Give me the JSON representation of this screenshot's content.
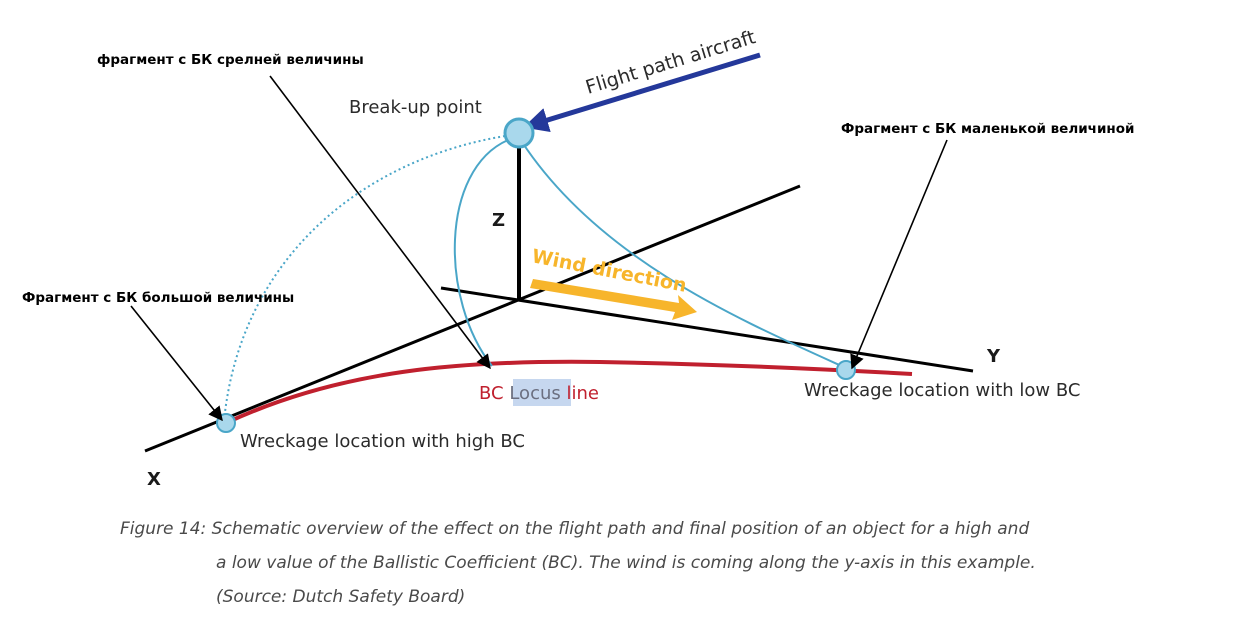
{
  "annotations": {
    "medium_bc_fragment": "фрагмент с БК срелней величины",
    "small_bc_fragment": "Фрагмент с БК маленькой величиной",
    "large_bc_fragment": "Фрагмент с БК большой величины"
  },
  "scene": {
    "break_up_point": "Break-up point",
    "flight_path": "Flight path aircraft",
    "wind_direction": "Wind direction",
    "axis_x": "X",
    "axis_y": "Y",
    "axis_z": "Z",
    "locus_prefix": "BC",
    "locus_highlight": "Locus",
    "locus_suffix": "line",
    "wreckage_high": "Wreckage location with high BC",
    "wreckage_low": "Wreckage location with low BC"
  },
  "caption": {
    "line1": "Figure 14: Schematic overview of the effect on the flight path and final position of an object for a high and",
    "line2": "a low value of the Ballistic Coefficient (BC). The wind is coming along the y-axis in this example.",
    "line3": "(Source: Dutch Safety Board)"
  },
  "colors": {
    "locus_line": "#c0202e",
    "trajectory": "#4aa6c8",
    "flight_arrow": "#24389a",
    "wind_arrow": "#f7b52b",
    "axes": "#000000",
    "node_fill": "#a9d8ec"
  }
}
